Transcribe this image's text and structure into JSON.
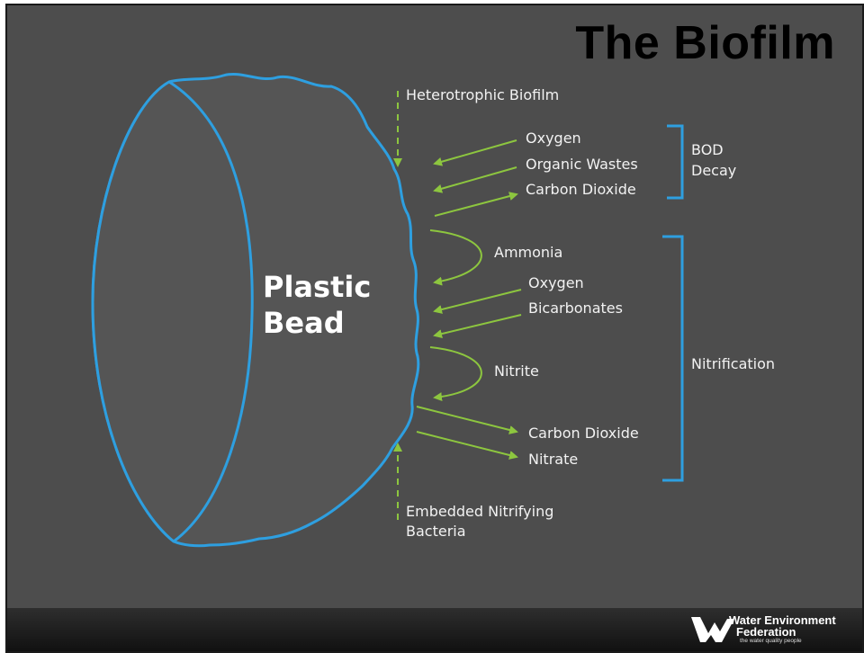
{
  "title": "The Biofilm",
  "colors": {
    "background": "#4d4d4d",
    "bead_outline": "#2e9fe0",
    "arrow": "#8dc63f",
    "text": "#f2f2f2"
  },
  "bead_label_line1": "Plastic",
  "bead_label_line2": "Bead",
  "labels": {
    "heterotrophic": "Heterotrophic Biofilm",
    "oxygen_1": "Oxygen",
    "organic_wastes": "Organic Wastes",
    "carbon_dioxide_1": "Carbon Dioxide",
    "ammonia": "Ammonia",
    "oxygen_2": "Oxygen",
    "bicarbonates": "Bicarbonates",
    "nitrite": "Nitrite",
    "carbon_dioxide_2": "Carbon Dioxide",
    "nitrate": "Nitrate",
    "embedded_line1": "Embedded Nitrifying",
    "embedded_line2": "Bacteria"
  },
  "groups": {
    "bod_line1": "BOD",
    "bod_line2": "Decay",
    "nitrification": "Nitrification"
  },
  "logo": {
    "line1": "Water Environment",
    "line2": "Federation",
    "tagline": "the water quality people"
  }
}
